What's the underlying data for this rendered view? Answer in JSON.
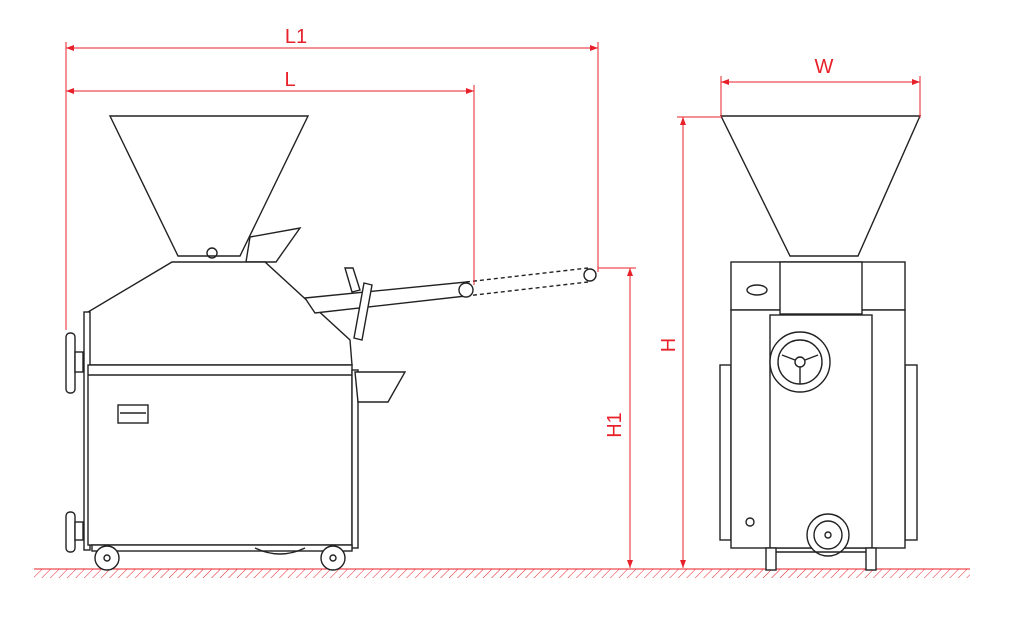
{
  "dimensions": {
    "overall_length": "L1",
    "length": "L",
    "width": "W",
    "height": "H",
    "conveyor_height": "H1"
  },
  "colors": {
    "dimension": "#e8202a",
    "outline": "#222222"
  }
}
